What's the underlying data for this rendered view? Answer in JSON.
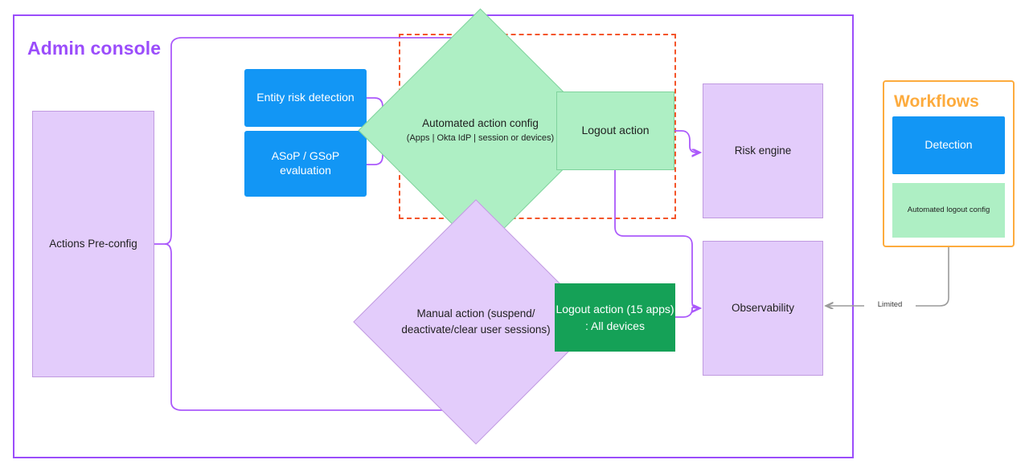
{
  "diagram": {
    "title": "Admin console",
    "colors": {
      "frame_purple": "#9b4dfb",
      "connector_purple": "#ab59fb",
      "lavender_fill": "#e3ccfb",
      "blue_fill": "#1296f5",
      "light_green_fill": "#aeefc4",
      "dark_green_fill": "#15a157",
      "orange_dashed": "#f4552a",
      "workflows_orange": "#fdab3d",
      "gray_connector": "#9a9a9a"
    }
  },
  "nodes": {
    "actions_preconfig": "Actions Pre-config",
    "entity_risk_detection": "Entity risk detection",
    "asop_gsop_evaluation": "ASoP / GSoP evaluation",
    "automated_action_config": {
      "main": "Automated action config",
      "sub": "(Apps | Okta IdP | session or devices)"
    },
    "logout_action": "Logout action",
    "manual_action": "Manual action (suspend/ deactivate/clear user sessions)",
    "logout_action_apps": "Logout action (15 apps) : All devices",
    "risk_engine": "Risk engine",
    "observability": "Observability"
  },
  "workflows": {
    "title": "Workflows",
    "detection": "Detection",
    "automated_logout_config": "Automated logout config"
  },
  "edges": {
    "limited": "Limited"
  }
}
